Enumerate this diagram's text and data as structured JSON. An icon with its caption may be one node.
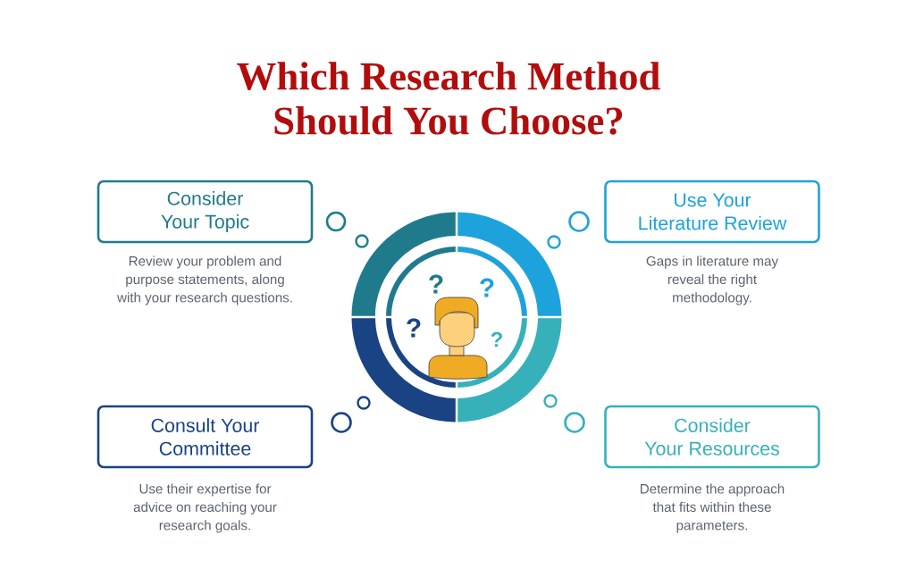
{
  "diagram": {
    "title": "Which Research Method Should You Choose?",
    "nodes": [
      {
        "text": [
          "Consider Your Topic"
        ],
        "beside": [
          "Review your problem and purpose statements, along with your research questions."
        ]
      },
      {
        "text": [
          "Use Your Literature Review"
        ],
        "beside": [
          "Gaps in literature may reveal the right methodology."
        ]
      },
      {
        "text": [
          "Consult Your Committee"
        ],
        "beside": [
          "Use their expertise for advice on reaching your research goals."
        ]
      },
      {
        "text": [
          "Consider Your Resources"
        ],
        "beside": [
          "Determine the approach that fits within these parameters."
        ]
      }
    ],
    "labels": [
      "?",
      "?",
      "?",
      "?"
    ]
  }
}
